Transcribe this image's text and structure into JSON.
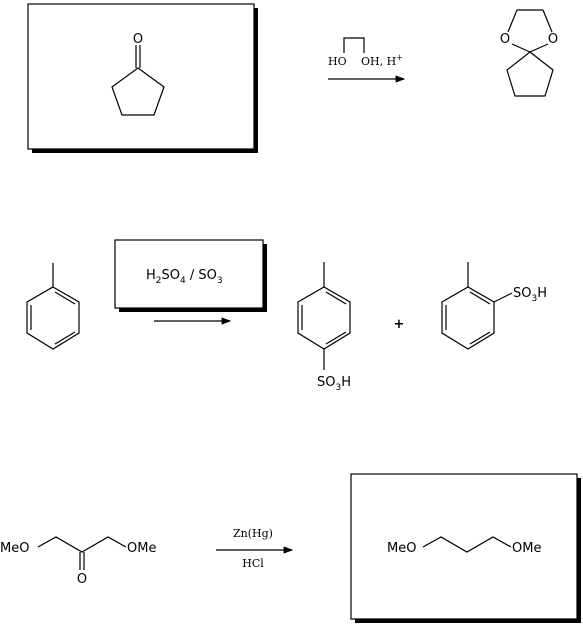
{
  "reaction1": {
    "reactant_atoms": {
      "o": "O"
    },
    "reagent": {
      "ho": "HO",
      "oh": "OH",
      "acid": ", H",
      "acid_charge": "+"
    },
    "product_atoms": {
      "o1": "O",
      "o2": "O"
    }
  },
  "reaction2": {
    "reagent": {
      "h": "H",
      "h_sub": "2",
      "so": "SO",
      "so_sub": "4",
      "sep": " / SO",
      "so3_sub": "3"
    },
    "product1": {
      "so": "SO",
      "sub": "3",
      "h": "H"
    },
    "plus": "+",
    "product2": {
      "so": "SO",
      "sub": "3",
      "h": "H"
    }
  },
  "reaction3": {
    "reactant": {
      "left": "MeO",
      "right": "OMe",
      "carbonyl": "O"
    },
    "reagent_top": "Zn(Hg)",
    "reagent_bottom": "HCl",
    "product": {
      "left": "MeO",
      "right": "OMe"
    }
  }
}
